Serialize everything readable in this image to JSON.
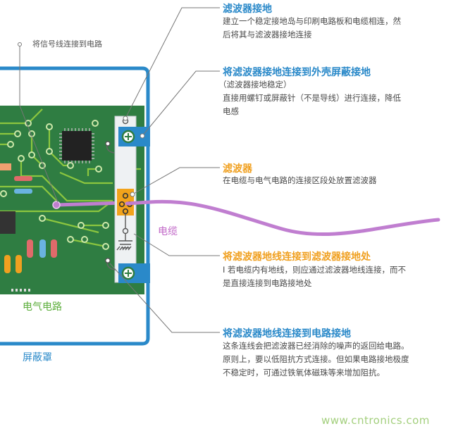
{
  "callouts": {
    "filter_ground": {
      "title": "滤波器接地",
      "lines": [
        "建立一个稳定接地岛与印刷电路板和电缆相连，然",
        "后将其与滤波器接地连接"
      ]
    },
    "shield_ground": {
      "title": "将滤波器接地连接到外壳屏蔽接地",
      "lines": [
        "（滤波器接地稳定）",
        "直接用螺钉或屏蔽针（不是导线）进行连接，降低",
        "电感"
      ]
    },
    "filter": {
      "title": "滤波器",
      "lines": [
        "在电缆与电气电路的连接区段处放置滤波器"
      ]
    },
    "ground_line_to_filter": {
      "title": "将滤波器地线连接到滤波器接地处",
      "lines": [
        "I 若电缆内有地线，则应通过滤波器地线连接，而不",
        "是直接连接到电路接地处"
      ]
    },
    "ground_line_to_circuit": {
      "title": "将滤波器地线连接到电路接地",
      "lines": [
        "这条连线会把滤波器已经消除的噪声的返回给电路。",
        "原则上，要以低阻抗方式连接。但如果电路接地极度",
        "不稳定时，可通过铁氧体磁珠等来增加阻抗。"
      ]
    }
  },
  "labels": {
    "signal_line": "将信号线连接到电路",
    "cable": "电缆",
    "circuit": "电气电路",
    "shield": "屏蔽罩"
  },
  "watermark": "www.cntronics.com",
  "colors": {
    "shield": "#2a89c9",
    "pcb": "#2f7d42",
    "trace": "#8cc63f",
    "cable": "#c07ed0",
    "filter": "#f2a31b",
    "leader": "#666666"
  }
}
